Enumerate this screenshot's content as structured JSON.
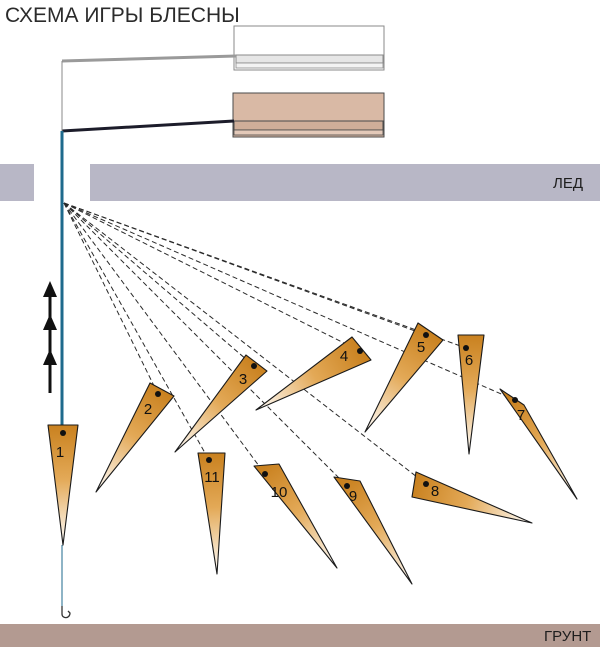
{
  "title": "СХЕМА ИГРЫ БЛЕСНЫ",
  "labels": {
    "ice": "ЛЕД",
    "ground": "ГРУНТ"
  },
  "colors": {
    "ice": "#b8b7c6",
    "ground": "#b39a91",
    "line": "#1e6a8c",
    "rod_light": "#ffffff",
    "rod_dark": "#d9b9a5",
    "lure_dark": "#c9811f",
    "lure_light": "#ffffff"
  },
  "arrows": {
    "count": 3,
    "direction": "up"
  },
  "lures": [
    {
      "id": "1",
      "label": "1"
    },
    {
      "id": "2",
      "label": "2"
    },
    {
      "id": "3",
      "label": "3"
    },
    {
      "id": "4",
      "label": "4"
    },
    {
      "id": "5",
      "label": "5"
    },
    {
      "id": "6",
      "label": "6"
    },
    {
      "id": "7",
      "label": "7"
    },
    {
      "id": "8",
      "label": "8"
    },
    {
      "id": "9",
      "label": "9"
    },
    {
      "id": "10",
      "label": "10"
    },
    {
      "id": "11",
      "label": "11"
    }
  ]
}
